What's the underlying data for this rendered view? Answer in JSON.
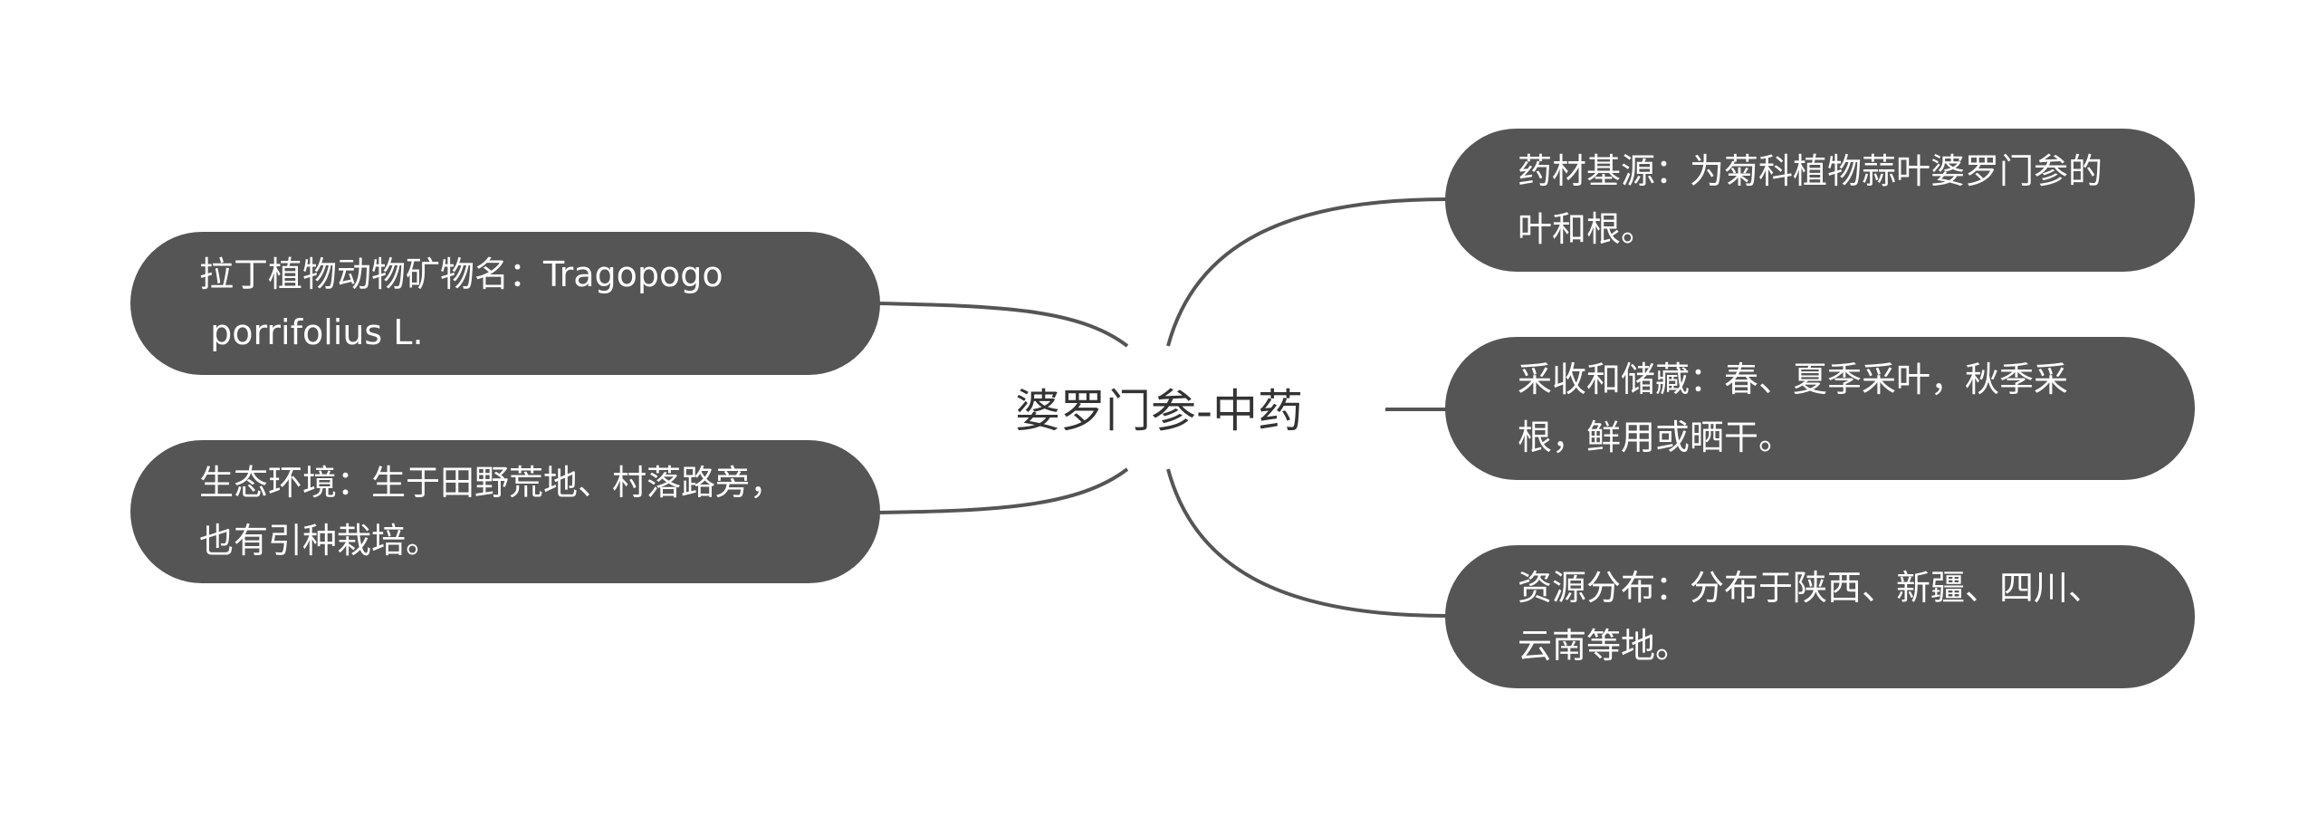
{
  "center": {
    "title": "婆罗门参-中药"
  },
  "left_nodes": [
    {
      "text": "拉丁植物动物矿物名：Tragopogo\n porrifolius L."
    },
    {
      "text": "生态环境：生于田野荒地、村落路旁，也有引种栽培。"
    }
  ],
  "right_nodes": [
    {
      "text": "药材基源：为菊科植物蒜叶婆罗门参的叶和根。"
    },
    {
      "text": "采收和储藏：春、夏季采叶，秋季采根，鲜用或晒干。"
    },
    {
      "text": "资源分布：分布于陕西、新疆、四川、云南等地。"
    }
  ],
  "colors": {
    "node_fill": "#555555",
    "node_text": "#ffffff",
    "connector": "#555555",
    "center_text": "#333333"
  }
}
